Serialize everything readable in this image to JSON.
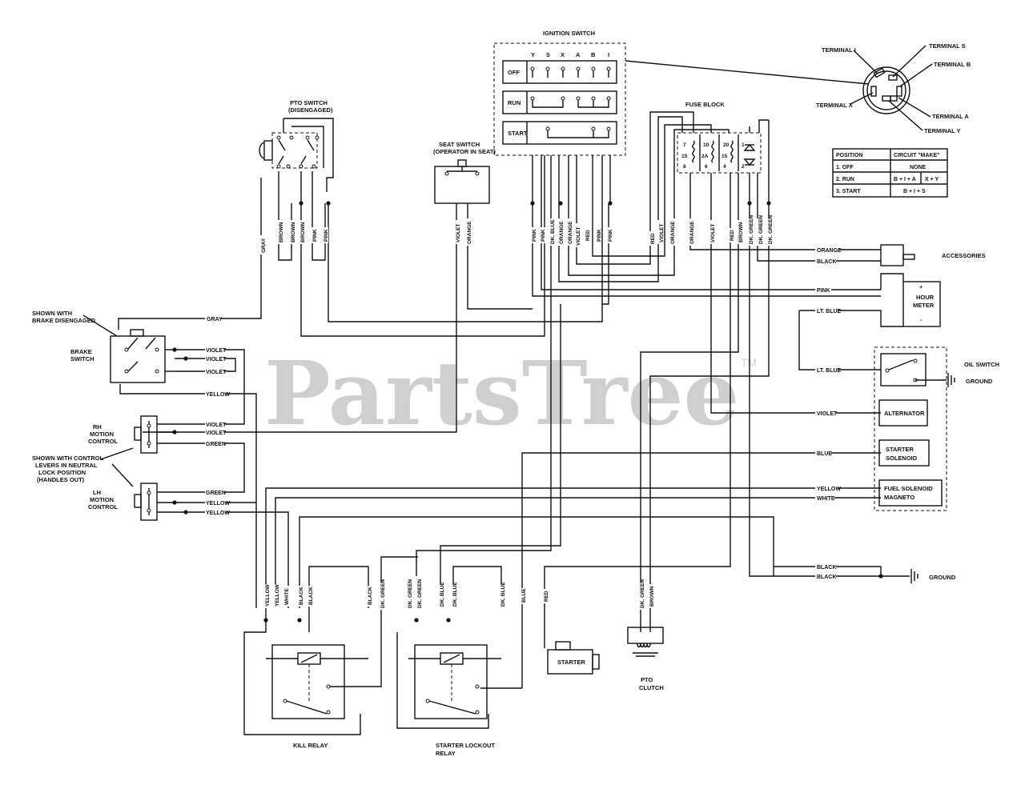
{
  "watermark": {
    "text": "PartsTree",
    "tm": "TM"
  },
  "components": {
    "ignition_switch": {
      "title": "IGNITION SWITCH",
      "columns": [
        "Y",
        "S",
        "X",
        "A",
        "B",
        "I"
      ],
      "rows": [
        "OFF",
        "RUN",
        "START"
      ]
    },
    "terminals": {
      "terminal_i": "TERMINAL I",
      "terminal_s": "TERMINAL S",
      "terminal_b": "TERMINAL B",
      "terminal_x": "TERMINAL X",
      "terminal_a": "TERMINAL A",
      "terminal_y": "TERMINAL Y"
    },
    "pto_switch": {
      "line1": "PTO SWITCH",
      "line2": "(DISENGAGED)"
    },
    "seat_switch": {
      "line1": "SEAT SWITCH",
      "line2": "(OPERATOR IN SEAT)"
    },
    "fuse_block": {
      "title": "FUSE BLOCK",
      "fuses": [
        "7",
        "15",
        "8",
        "10",
        "2A",
        "6",
        "20",
        "15",
        "4",
        "1",
        "2"
      ]
    },
    "position_table": {
      "headers": [
        "POSITION",
        "CIRCUIT \"MAKE\""
      ],
      "rows": [
        [
          "1. OFF",
          "NONE",
          ""
        ],
        [
          "2. RUN",
          "B + I + A",
          "X + Y"
        ],
        [
          "3. START",
          "B + I + S",
          ""
        ]
      ]
    },
    "accessories": "ACCESSORIES",
    "hour_meter": {
      "line1": "HOUR",
      "line2": "METER",
      "plus": "+",
      "minus": "-"
    },
    "oil_switch": "OIL SWITCH",
    "ground1": "GROUND",
    "alternator": "ALTERNATOR",
    "starter_solenoid": {
      "line1": "STARTER",
      "line2": "SOLENOID"
    },
    "fuel_solenoid": {
      "line1": "FUEL SOLENOID",
      "line2": "MAGNETO"
    },
    "ground2": "GROUND",
    "brake_note": {
      "line1": "SHOWN WITH",
      "line2": "BRAKE DISENGAGED"
    },
    "brake_switch": {
      "line1": "BRAKE",
      "line2": "SWITCH"
    },
    "rh_motion": {
      "line1": "RH",
      "line2": "MOTION",
      "line3": "CONTROL"
    },
    "control_note": {
      "line1": "SHOWN WITH CONTROL",
      "line2": "LEVERS IN NEUTRAL",
      "line3": "LOCK POSITION",
      "line4": "(HANDLES OUT)"
    },
    "lh_motion": {
      "line1": "LH",
      "line2": "MOTION",
      "line3": "CONTROL"
    },
    "kill_relay": "KILL RELAY",
    "starter_lockout": {
      "line1": "STARTER LOCKOUT",
      "line2": "RELAY"
    },
    "starter": "STARTER",
    "pto_clutch": {
      "line1": "PTO",
      "line2": "CLUTCH"
    }
  },
  "wire_labels": {
    "gray": "GRAY",
    "brown": "BROWN",
    "pink": "PINK",
    "violet": "VIOLET",
    "orange": "ORANGE",
    "dk_blue": "DK. BLUE",
    "red": "RED",
    "dk_green": "DK. GREEN",
    "black": "BLACK",
    "lt_blue": "LT. BLUE",
    "blue": "BLUE",
    "yellow": "YELLOW",
    "white": "WHITE",
    "green": "GREEN"
  }
}
